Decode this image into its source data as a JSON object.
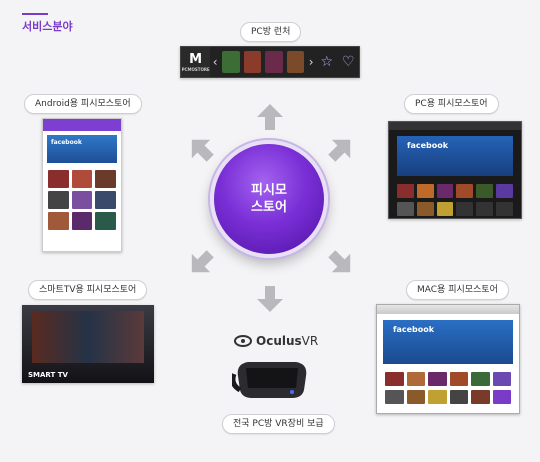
{
  "section_title": "서비스분야",
  "center": {
    "line1": "피시모",
    "line2": "스토어"
  },
  "labels": {
    "top": "PC방 런처",
    "left_top": "Android용 피시모스토어",
    "right_top": "PC용 피시모스토어",
    "left_bottom": "스마트TV용 피시모스토어",
    "right_bottom": "MAC용 피시모스토어",
    "bottom": "전국 PC방 VR장비 보급"
  },
  "launcher": {
    "logo": "M",
    "logo_sub": "PCMOSTORE"
  },
  "screens": {
    "android_banner": "facebook",
    "pc_banner": "facebook",
    "mac_banner": "facebook",
    "tv_brand": "SMART TV"
  },
  "oculus": {
    "brand_bold": "Oculus",
    "brand_rest": "VR"
  },
  "colors": {
    "accent": "#7a3cc8",
    "arrow": "#b8b8bd"
  }
}
